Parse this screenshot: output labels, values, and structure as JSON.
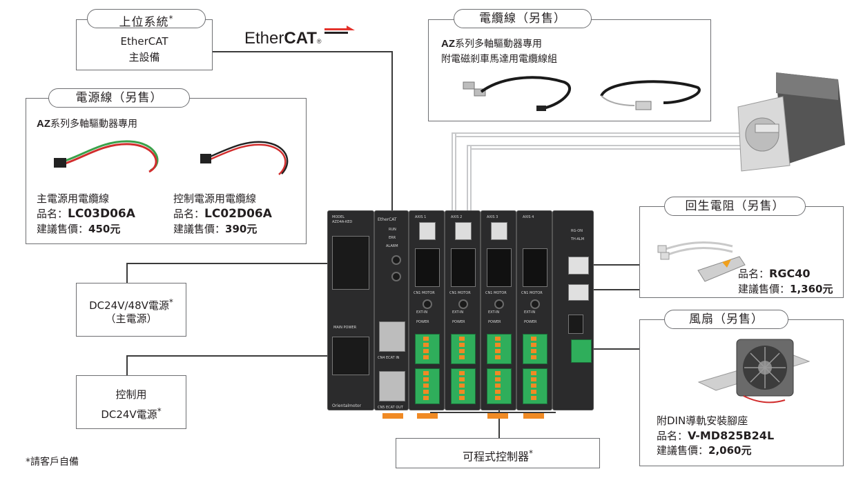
{
  "host_system": {
    "tab": "上位系統",
    "asterisk": "*",
    "line1": "EtherCAT",
    "line2": "主設備"
  },
  "ethercat_logo": {
    "prefix": "Ether",
    "suffix": "CAT",
    "mark": "®"
  },
  "power_cable": {
    "tab": "電源線（另售）",
    "series_prefix": "AZ",
    "series_rest": "系列多軸驅動器專用",
    "items": [
      {
        "title": "主電源用電纜線",
        "name_label": "品名：",
        "name_value": "LC03D06A",
        "price_label": "建議售價：",
        "price_value": "450元"
      },
      {
        "title": "控制電源用電纜線",
        "name_label": "品名：",
        "name_value": "LC02D06A",
        "price_label": "建議售價：",
        "price_value": "390元"
      }
    ]
  },
  "motor_cable": {
    "tab": "電纜線（另售）",
    "series_prefix": "AZ",
    "series_rest": "系列多軸驅動器專用",
    "line2": "附電磁剎車馬達用電纜線組"
  },
  "regen_resistor": {
    "tab": "回生電阻（另售）",
    "name_label": "品名：",
    "name_value": "RGC40",
    "price_label": "建議售價：",
    "price_value": "1,360元"
  },
  "fan": {
    "tab": "風扇（另售）",
    "line1": "附DIN導軌安裝腳座",
    "name_label": "品名：",
    "name_value": "V-MD825B24L",
    "price_label": "建議售價：",
    "price_value": "2,060元"
  },
  "main_power": {
    "line1": "DC24V/48V電源",
    "asterisk": "*",
    "line2": "（主電源）"
  },
  "control_power": {
    "line1": "控制用",
    "line2": "DC24V電源",
    "asterisk": "*"
  },
  "plc": {
    "label": "可程式控制器",
    "asterisk": "*"
  },
  "footnote": "*請客戶自備",
  "device_labels": {
    "model": "MODEL",
    "model_no": "AZD4A-KED",
    "brand": "Orientalmotor",
    "ethercat": "EtherCAT",
    "run": "RUN",
    "err": "ERR",
    "alarm": "ALARM",
    "main_power": "MAIN POWER",
    "cn_in": "CN4 ECAT IN",
    "cn_out": "CN5 ECAT OUT",
    "axes": [
      "AXIS 1",
      "AXIS 2",
      "AXIS 3",
      "AXIS 4"
    ],
    "cn_motor": "CN1 MOTOR",
    "ext_in": "EXT-IN",
    "power": "POWER",
    "regen_on": "RG-ON",
    "th_alm": "TH-ALM"
  },
  "colors": {
    "device_body": "#2b2b2c",
    "terminal_green": "#2fae5b",
    "terminal_orange": "#f08a24",
    "ethercat_red": "#e4322b",
    "connector_line": "#3a3a3a",
    "motor_cable_line": "#c7c8ca"
  }
}
